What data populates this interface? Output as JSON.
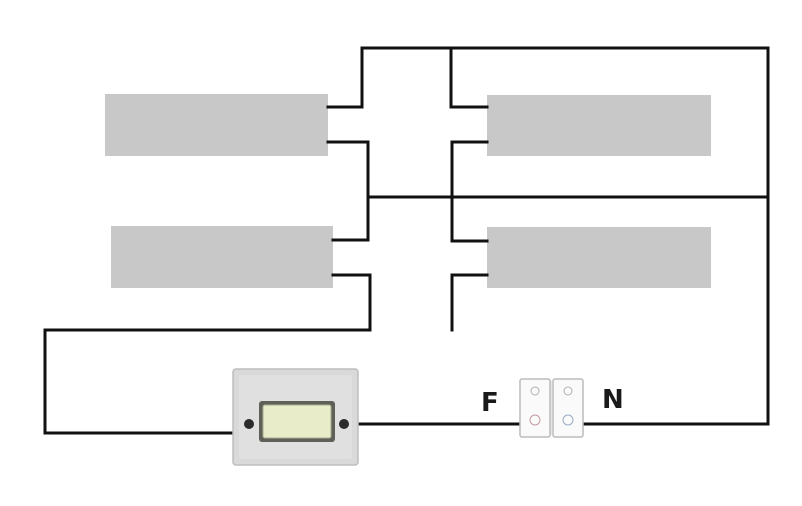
{
  "terminal": {
    "phase_label": "F",
    "neutral_label": "N"
  },
  "colors": {
    "wire": "#111111",
    "lamp": "#c8c8c8",
    "switch_plate": "#d9d9d9",
    "switch_rocker": "#e9ecc9",
    "background": "#ffffff"
  },
  "icons": [
    "lamp-tube",
    "rocker-switch",
    "terminal-block"
  ]
}
